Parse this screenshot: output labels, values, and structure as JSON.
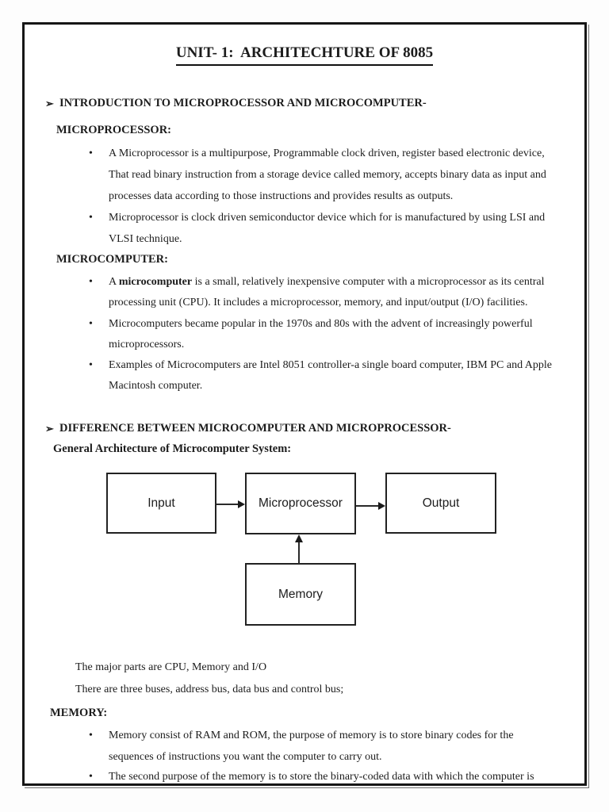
{
  "title": "UNIT- 1:  ARCHITECHTURE OF 8085",
  "arrow_char": "➢",
  "bullet_char": "•",
  "intro": {
    "heading": "INTRODUCTION TO MICROPROCESSOR AND MICROCOMPUTER-",
    "sub_microprocessor": "MICROPROCESSOR:",
    "b1": [
      "A Microprocessor is a multipurpose, Programmable clock driven, register based electronic device,",
      "That read binary instruction from a storage device called memory, accepts binary data as input and",
      "processes data according to those instructions and provides results as outputs."
    ],
    "b2": [
      "Microprocessor is clock driven semiconductor device which for is manufactured by using LSI and",
      "VLSI technique."
    ],
    "sub_microcomputer": "MICROCOMPUTER:",
    "b3_pre": "A ",
    "b3_bold": "microcomputer",
    "b3_rest": " is a small, relatively inexpensive computer with a microprocessor as its central",
    "b3_line2": "processing unit (CPU). It includes a microprocessor, memory, and input/output (I/O) facilities.",
    "b4": [
      "Microcomputers became popular in the 1970s and 80s with the advent of increasingly powerful",
      "microprocessors."
    ],
    "b5": [
      "Examples of Microcomputers are Intel 8051 controller-a single board computer, IBM PC and Apple",
      "Macintosh computer."
    ]
  },
  "difference": {
    "heading": "DIFFERENCE BETWEEN MICROCOMPUTER AND MICROPROCESSOR-",
    "sub": "General Architecture of Microcomputer System:"
  },
  "diagram": {
    "input": "Input",
    "microprocessor": "Microprocessor",
    "output": "Output",
    "memory": "Memory"
  },
  "memory_section": {
    "p1": "The major parts are CPU, Memory and I/O",
    "p2": "There are three buses, address bus, data bus and control bus;",
    "heading": "MEMORY:",
    "b6": [
      "Memory consist of RAM and ROM, the purpose of memory is to store binary codes for the",
      "sequences of instructions you want the computer to carry out."
    ],
    "b7": [
      "The second purpose of the memory is to store the binary-coded data with which the computer is"
    ]
  }
}
